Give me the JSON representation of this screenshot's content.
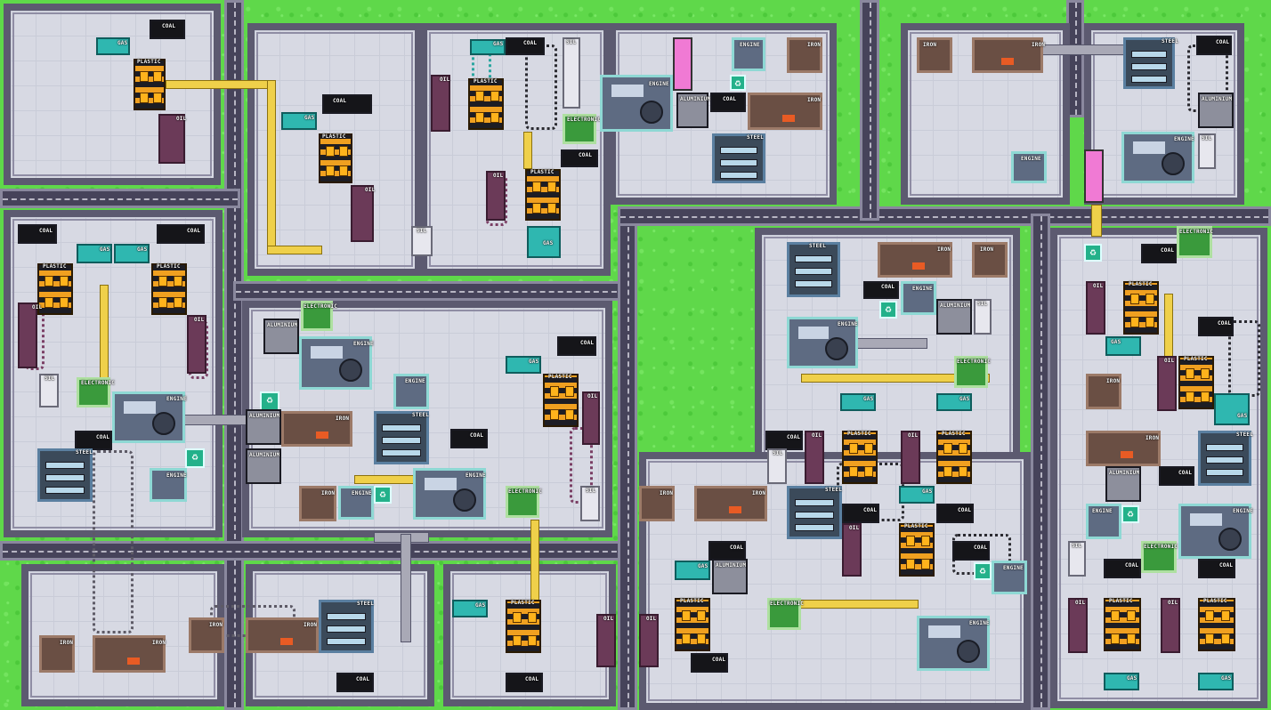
{
  "labels": {
    "coal": "COAL",
    "gas": "GAS",
    "plastic": "PLASTIC",
    "oil": "OIL",
    "sil": "SIL",
    "engine": "ENGINE",
    "iron": "IRON",
    "steel": "STEEL",
    "aluminium": "ALUMINIUM",
    "electronic": "ELECTRONIC"
  },
  "colors": {
    "grass": "#5fd84a",
    "road": "#46435a",
    "floor": "#d7d9e3",
    "plastic": "#f0a020",
    "belt": "#efd04a",
    "engine_border": "#8ed8d4"
  },
  "icons": [
    "recycle-icon"
  ]
}
